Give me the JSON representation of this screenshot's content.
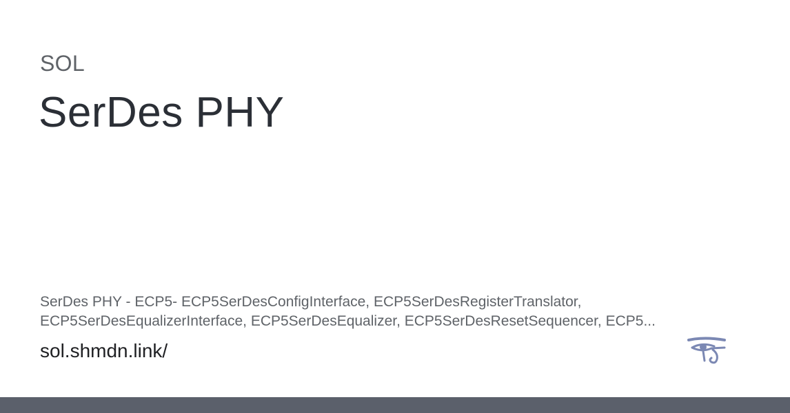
{
  "card": {
    "site_label": "SOL",
    "title": "SerDes PHY",
    "description_lines": [
      "SerDes PHY - ECP5- ECP5SerDesConfigInterface, ECP5SerDesRegisterTranslator,",
      "ECP5SerDesEqualizerInterface, ECP5SerDesEqualizer, ECP5SerDesResetSequencer, ECP5..."
    ],
    "url": "sol.shmdn.link/",
    "logo_icon": "eye-of-horus-icon"
  },
  "colors": {
    "title": "#2b2f36",
    "muted_text": "#5f6368",
    "url_text": "#202124",
    "logo": "#7b88b3",
    "footer_bar": "#5b606b",
    "background": "#ffffff"
  }
}
